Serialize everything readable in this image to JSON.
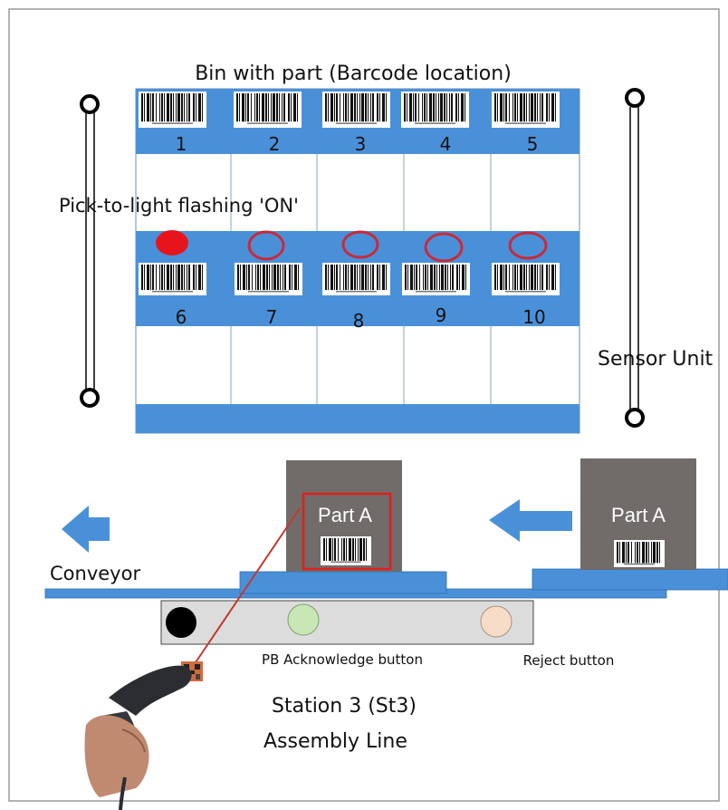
{
  "title": "Bin with part (Barcode location)",
  "pick_to_light_label": "Pick-to-light flashing 'ON'",
  "sensor_label": "Sensor Unit",
  "conveyor_label": "Conveyor",
  "rack": {
    "top_row_bins": [
      "1",
      "2",
      "3",
      "4",
      "5"
    ],
    "bottom_row_bins": [
      "6",
      "7",
      "8",
      "9",
      "10"
    ],
    "lights": [
      {
        "bin": "6",
        "state": "on"
      },
      {
        "bin": "7",
        "state": "off"
      },
      {
        "bin": "8",
        "state": "off"
      },
      {
        "bin": "9",
        "state": "off"
      },
      {
        "bin": "10",
        "state": "off"
      }
    ]
  },
  "parts": [
    {
      "label": "Part A",
      "highlighted": true
    },
    {
      "label": "Part A",
      "highlighted": false
    }
  ],
  "buttons": {
    "acknowledge_label": "PB Acknowledge button",
    "reject_label": "Reject button"
  },
  "station": {
    "line1": "Station 3 (St3)",
    "line2": "Assembly Line"
  },
  "colors": {
    "rack_blue": "#4a90d9",
    "light_on": "#e8141c",
    "light_ring": "#c82a3a",
    "part_box": "#716c6a",
    "scan_beam": "#c0392b",
    "ack_button": "#c9e6b6",
    "reject_button": "#f7dcc8",
    "stop_button": "#000000",
    "button_panel": "#dcdcdc"
  }
}
